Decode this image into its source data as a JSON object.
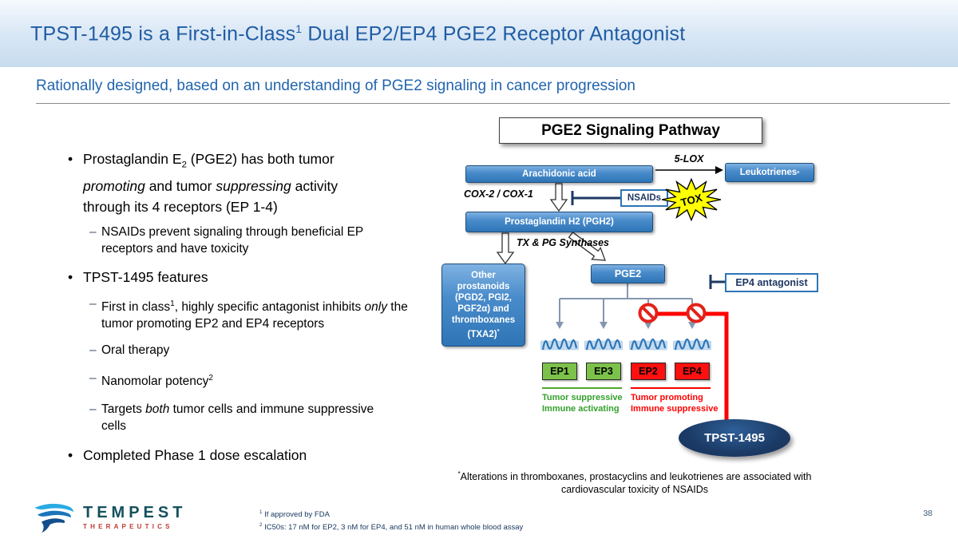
{
  "colors": {
    "title_blue": "#1F5CA4",
    "subtitle_blue": "#2165AE",
    "header_band_top": "#F5FAFD",
    "header_band_bottom": "#C6DCEF",
    "pathway_box_blue": "#2E75B6",
    "pathway_box_border": "#1F4E79",
    "inhibitor_navy": "#1F3864",
    "ep_green": "#7CC24A",
    "ep_red": "#FE1010",
    "caption_green": "#33A02C",
    "caption_red": "#FF0000",
    "tox_yellow": "#FFFF00",
    "tpst_ellipse_navy": "#17375E",
    "red_inhibit_line": "#FF0000"
  },
  "header": {
    "title_p1": "TPST-1495 is a First-in-Class",
    "title_sup": "1",
    "title_p2": " Dual EP2/EP4 PGE2 Receptor Antagonist",
    "subtitle": "Rationally designed, based on an understanding of PGE2 signaling in cancer progression"
  },
  "markers": {
    "main": "•",
    "sub": "–"
  },
  "bullets": {
    "b1": {
      "p1": "Prostaglandin E",
      "sub2": "2",
      "p2": " (PGE2) has both tumor ",
      "i1": "promoting",
      "p3": " and tumor ",
      "i2": "suppressing",
      "p4": " activity through its 4 receptors (EP 1-4)"
    },
    "b1s1": "NSAIDs prevent signaling through beneficial EP receptors and have toxicity",
    "b2": "TPST-1495 features",
    "b2s1": {
      "p1": "First in class",
      "sup": "1",
      "p2": ", highly specific antagonist inhibits ",
      "i1": "only",
      "p3": " the tumor promoting EP2 and EP4 receptors"
    },
    "b2s2": "Oral therapy",
    "b2s3": {
      "p1": "Nanomolar potency",
      "sup": "2"
    },
    "b2s4": {
      "p1": "Targets ",
      "i1": "both",
      "p2": " tumor cells and immune suppressive cells"
    },
    "b3": "Completed Phase 1 dose escalation"
  },
  "diagram": {
    "title": "PGE2 Signaling Pathway",
    "five_lox": "5-LOX",
    "arachidonic_acid": "Arachidonic acid",
    "leukotrienes": "Leukotrienes",
    "leukotrienes_sup": "*",
    "cox_label": "COX-2 / COX-1",
    "nsaids": "NSAIDs",
    "tox": "TOX",
    "pgh2": "Prostaglandin H2 (PGH2)",
    "synthases_label": "TX & PG Synthases",
    "other_prostanoids": "Other prostanoids (PGD2, PGI2, PGF2α) and thromboxanes (TXA2)",
    "other_prostanoids_sup": "*",
    "pge2": "PGE2",
    "ep4_antagonist": "EP4 antagonist",
    "receptors": [
      "EP1",
      "EP3",
      "EP2",
      "EP4"
    ],
    "caption_suppressive_1": "Tumor suppressive",
    "caption_suppressive_2": "Immune activating",
    "caption_promoting_1": "Tumor promoting",
    "caption_promoting_2": "Immune suppressive",
    "tpst": "TPST-1495",
    "footnote_sup": "*",
    "footnote": "Alterations in thromboxanes, prostacyclins and leukotrienes are associated with cardiovascular toxicity of NSAIDs"
  },
  "footer": {
    "brand": "TEMPEST",
    "brand_sub": "THERAPEUTICS",
    "note1_sup": "1",
    "note1": " If approved by FDA",
    "note2_sup": "2",
    "note2": " IC50s: 17 nM for EP2, 3 nM for EP4, and 51 nM in human whole blood assay",
    "page_number": "38"
  }
}
